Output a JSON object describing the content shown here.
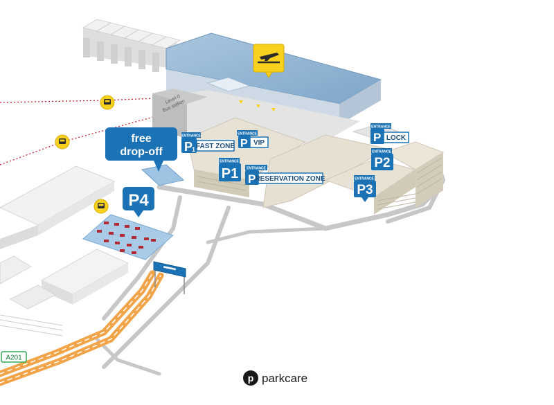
{
  "map": {
    "terminal_labels": {
      "level": "Level 0",
      "bus_station": "Bus station"
    },
    "dropoff": {
      "line1": "free",
      "line2": "drop-off"
    },
    "entrance_label": "ENTRANCE",
    "parking": {
      "p1_fast": {
        "code": "P",
        "sub": "1",
        "zone": "FAST ZONE"
      },
      "p_vip": {
        "code": "P",
        "zone": "VIP"
      },
      "p1": {
        "code": "P1"
      },
      "p_reservation": {
        "code": "P",
        "zone": "RESERVATION ZONE"
      },
      "p_lock": {
        "code": "P",
        "zone": "LOCK"
      },
      "p2": {
        "code": "P2"
      },
      "p3": {
        "code": "P3"
      },
      "p4": {
        "code": "P4"
      }
    },
    "road_label": "A201",
    "brand": {
      "logo_letter": "p",
      "name": "parkcare"
    },
    "colors": {
      "blue": "#1b73b6",
      "terminal": "#8fb3d3",
      "yellow": "#f7d11e",
      "bus_line": "#c3202f",
      "highway": "#f2a449",
      "road_green": "#34a853"
    },
    "icons": [
      "airplane-icon",
      "bus-icon",
      "bus-icon",
      "bus-icon",
      "parkcare-logo-icon"
    ]
  }
}
